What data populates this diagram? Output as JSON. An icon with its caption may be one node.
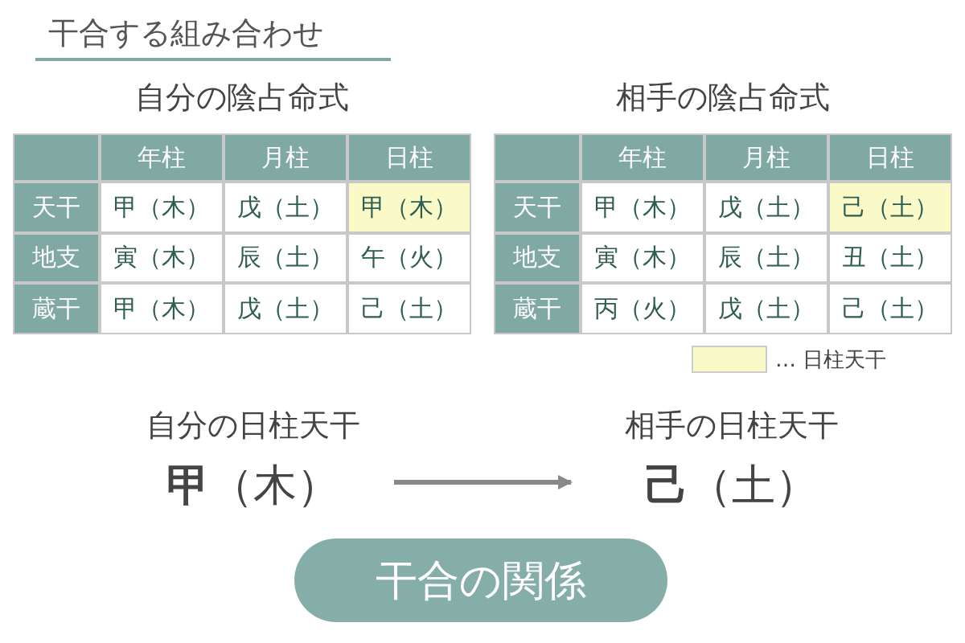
{
  "diagram": {
    "title": "干合する組み合わせ",
    "nodes": [
      {
        "text": [
          "自分の日柱天干",
          "**甲**（木）"
        ]
      },
      {
        "text": [
          "相手の日柱天干",
          "**己**（土）"
        ]
      },
      {
        "text": [
          "干合の関係"
        ]
      }
    ],
    "edges": [
      {
        "from": 0,
        "to": 1,
        "arrow": "to"
      }
    ],
    "labels": [
      "自分の陰占命式",
      "年柱",
      "月柱",
      "日柱",
      "天干",
      "甲（木）",
      "戊（土）",
      "甲（木）",
      "地支",
      "寅（木）",
      "辰（土）",
      "午（火）",
      "蔵干",
      "甲（木）",
      "戊（土）",
      "己（土）",
      "相手の陰占命式",
      "年柱",
      "月柱",
      "日柱",
      "天干",
      "甲（木）",
      "戊（土）",
      "己（土）",
      "地支",
      "寅（木）",
      "辰（土）",
      "丑（土）",
      "蔵干",
      "丙（火）",
      "戊（土）",
      "己（土）"
    ],
    "legend": [
      {
        "text": "… 日柱天干",
        "color": "#fafac8"
      }
    ]
  }
}
